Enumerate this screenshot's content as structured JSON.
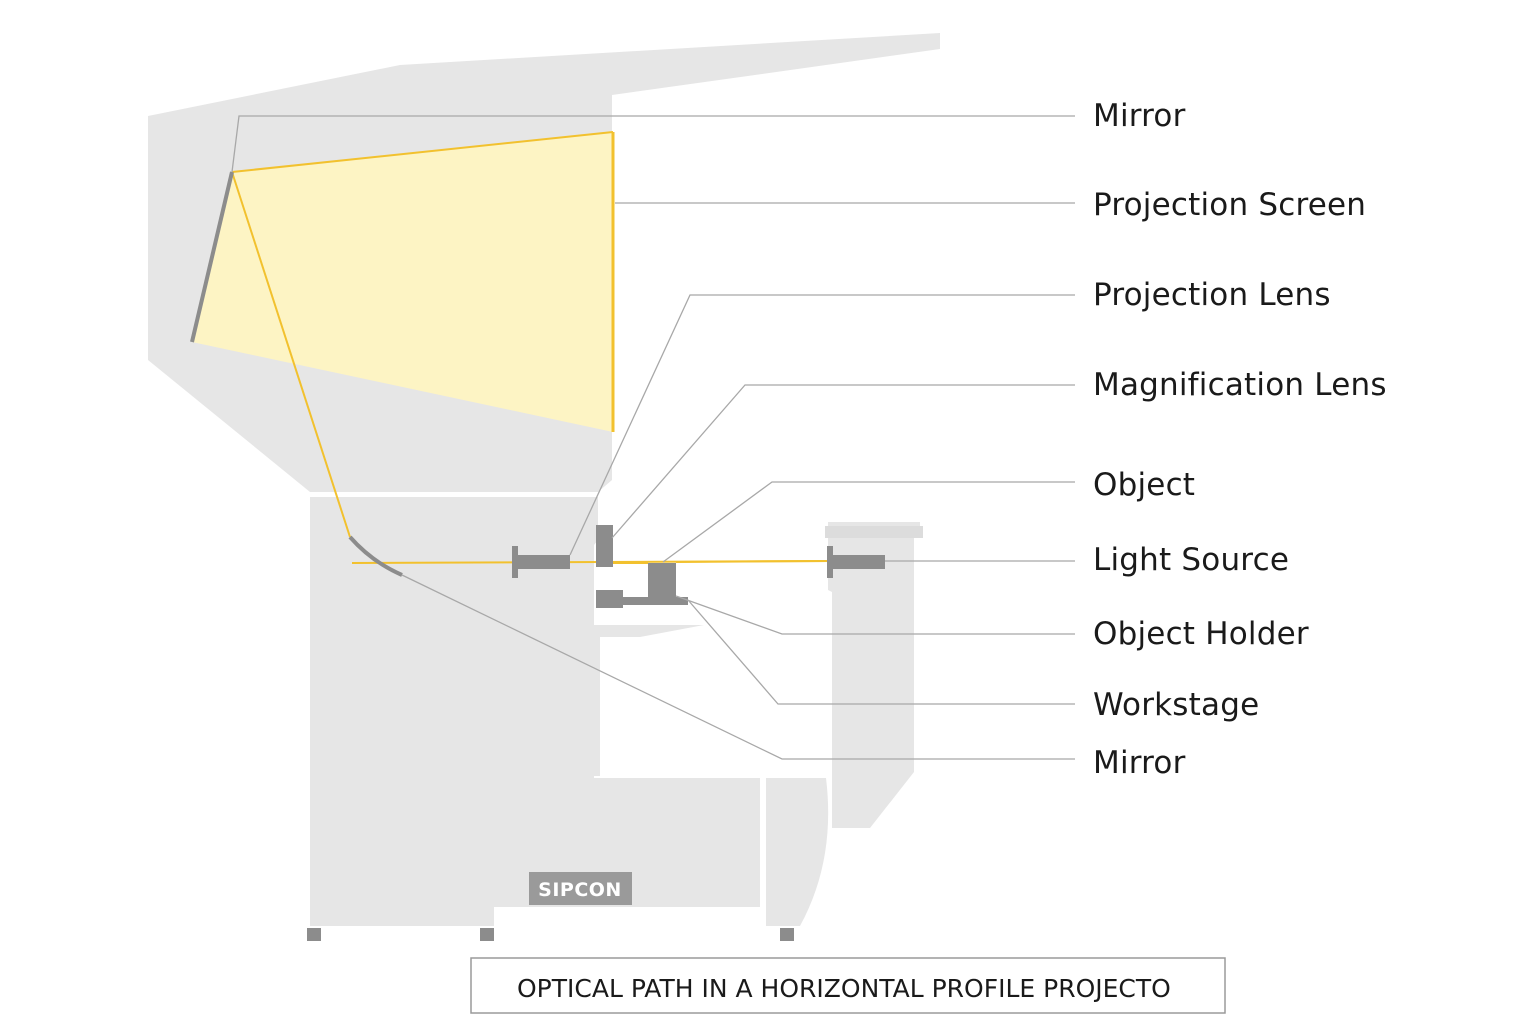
{
  "labels": {
    "mirror_top": "Mirror",
    "projection_screen": "Projection Screen",
    "projection_lens": "Projection Lens",
    "magnification_lens": "Magnification Lens",
    "object": "Object",
    "light_source": "Light Source",
    "object_holder": "Object Holder",
    "workstage": "Workstage",
    "mirror_bottom": "Mirror"
  },
  "brand": "SIPCON",
  "caption": "OPTICAL PATH IN A HORIZONTAL PROFILE PROJECTO",
  "colors": {
    "body": "#e6e6e6",
    "parts": "#8c8c8c",
    "light_beam": "#f2c12e",
    "light_fill": "#fdf4c4",
    "leader_lines": "#a8a8a8"
  }
}
